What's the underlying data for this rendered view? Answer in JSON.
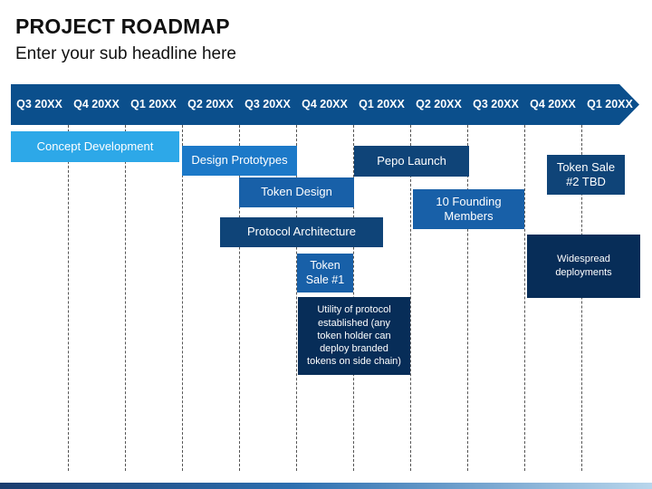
{
  "header": {
    "title": "PROJECT ROADMAP",
    "subtitle": "Enter your sub headline here"
  },
  "timeline": {
    "color": "#0b4f8c",
    "quarters": [
      "Q3 20XX",
      "Q4 20XX",
      "Q1 20XX",
      "Q2 20XX",
      "Q3 20XX",
      "Q4 20XX",
      "Q1 20XX",
      "Q2 20XX",
      "Q3 20XX",
      "Q4 20XX",
      "Q1 20XX"
    ]
  },
  "tasks": [
    {
      "label": "Concept Development"
    },
    {
      "label": "Design Prototypes"
    },
    {
      "label": "Token Design"
    },
    {
      "label": "Protocol Architecture"
    },
    {
      "label_lines": [
        "Token",
        "Sale #1"
      ]
    },
    {
      "label_lines": [
        "Utility of protocol",
        "established (any",
        "token holder can",
        "deploy branded",
        "tokens on side chain)"
      ]
    },
    {
      "label": "Pepo Launch"
    },
    {
      "label_lines": [
        "10 Founding",
        "Members"
      ]
    },
    {
      "label_lines": [
        "Widespread",
        "deployments"
      ]
    },
    {
      "label_lines": [
        "Token Sale",
        "#2 TBD"
      ]
    }
  ]
}
